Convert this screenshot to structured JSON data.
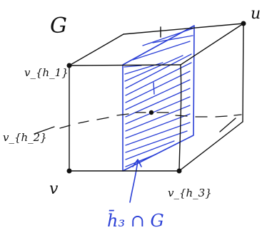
{
  "labels": {
    "graph": "G",
    "top_right_vertex": "u",
    "top_left_vertex": "v_{h_1}",
    "left_vertex": "v_{h_2}",
    "bottom_left_vertex": "v",
    "bottom_right_vertex": "v_{h_3}",
    "slice": "h̄₃ ∩ G"
  },
  "colors": {
    "ink": "#111111",
    "accent": "#2a3fd6",
    "background": "#ffffff"
  }
}
